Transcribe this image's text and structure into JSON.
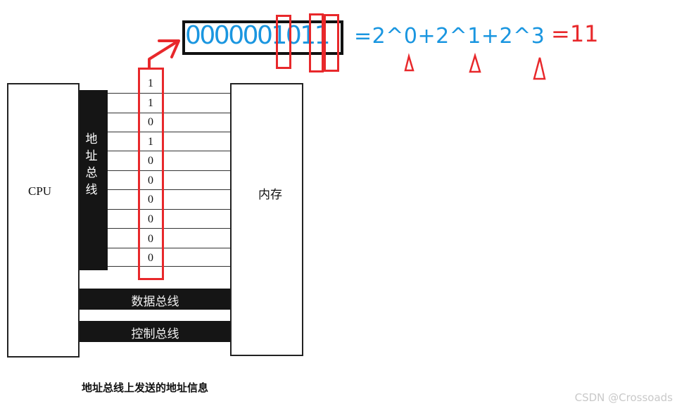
{
  "diagram": {
    "cpu_label": "CPU",
    "memory_label": "内存",
    "address_bus_label": "地\n址\n总\n线",
    "data_bus_label": "数据总线",
    "control_bus_label": "控制总线",
    "bits": [
      "1",
      "1",
      "0",
      "1",
      "0",
      "0",
      "0",
      "0",
      "0",
      "0"
    ],
    "caption": "地址总线上发送的地址信息"
  },
  "annotation": {
    "binary": "0000001011",
    "formula": "=2^0+2^1+2^3",
    "result": "=11",
    "accent_color": "#e8282b",
    "formula_color": "#1a96e0"
  },
  "watermark": "CSDN @Crossoads"
}
